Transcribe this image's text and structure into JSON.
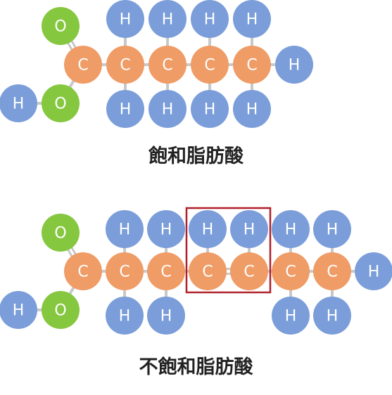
{
  "colors": {
    "carbon": "#EF9C66",
    "hydrogen": "#7B9EDA",
    "oxygen": "#86C740",
    "bond": "#C8C8C8",
    "highlight": "#B0202A"
  },
  "element_labels": {
    "C": "C",
    "H": "H",
    "O": "O"
  },
  "saturated": {
    "caption": "飽和脂肪酸",
    "chain": [
      "C",
      "C",
      "C",
      "C",
      "C"
    ],
    "double_bonds": [],
    "hydrogens_top": [
      1,
      1,
      1,
      1
    ],
    "hydrogens_bottom": [
      1,
      1,
      1,
      1
    ],
    "terminal_hydrogen": true,
    "carboxyl": [
      "O",
      "O",
      "H"
    ]
  },
  "unsaturated": {
    "caption": "不飽和脂肪酸",
    "chain": [
      "C",
      "C",
      "C",
      "C",
      "C",
      "C",
      "C"
    ],
    "double_bonds": [
      [
        3,
        4
      ]
    ],
    "hydrogens_top": [
      1,
      1,
      1,
      1,
      1,
      1
    ],
    "hydrogens_bottom": [
      1,
      1,
      0,
      0,
      1,
      1
    ],
    "terminal_hydrogen": true,
    "carboxyl": [
      "O",
      "O",
      "H"
    ],
    "highlight_atoms": [
      3,
      4
    ]
  }
}
